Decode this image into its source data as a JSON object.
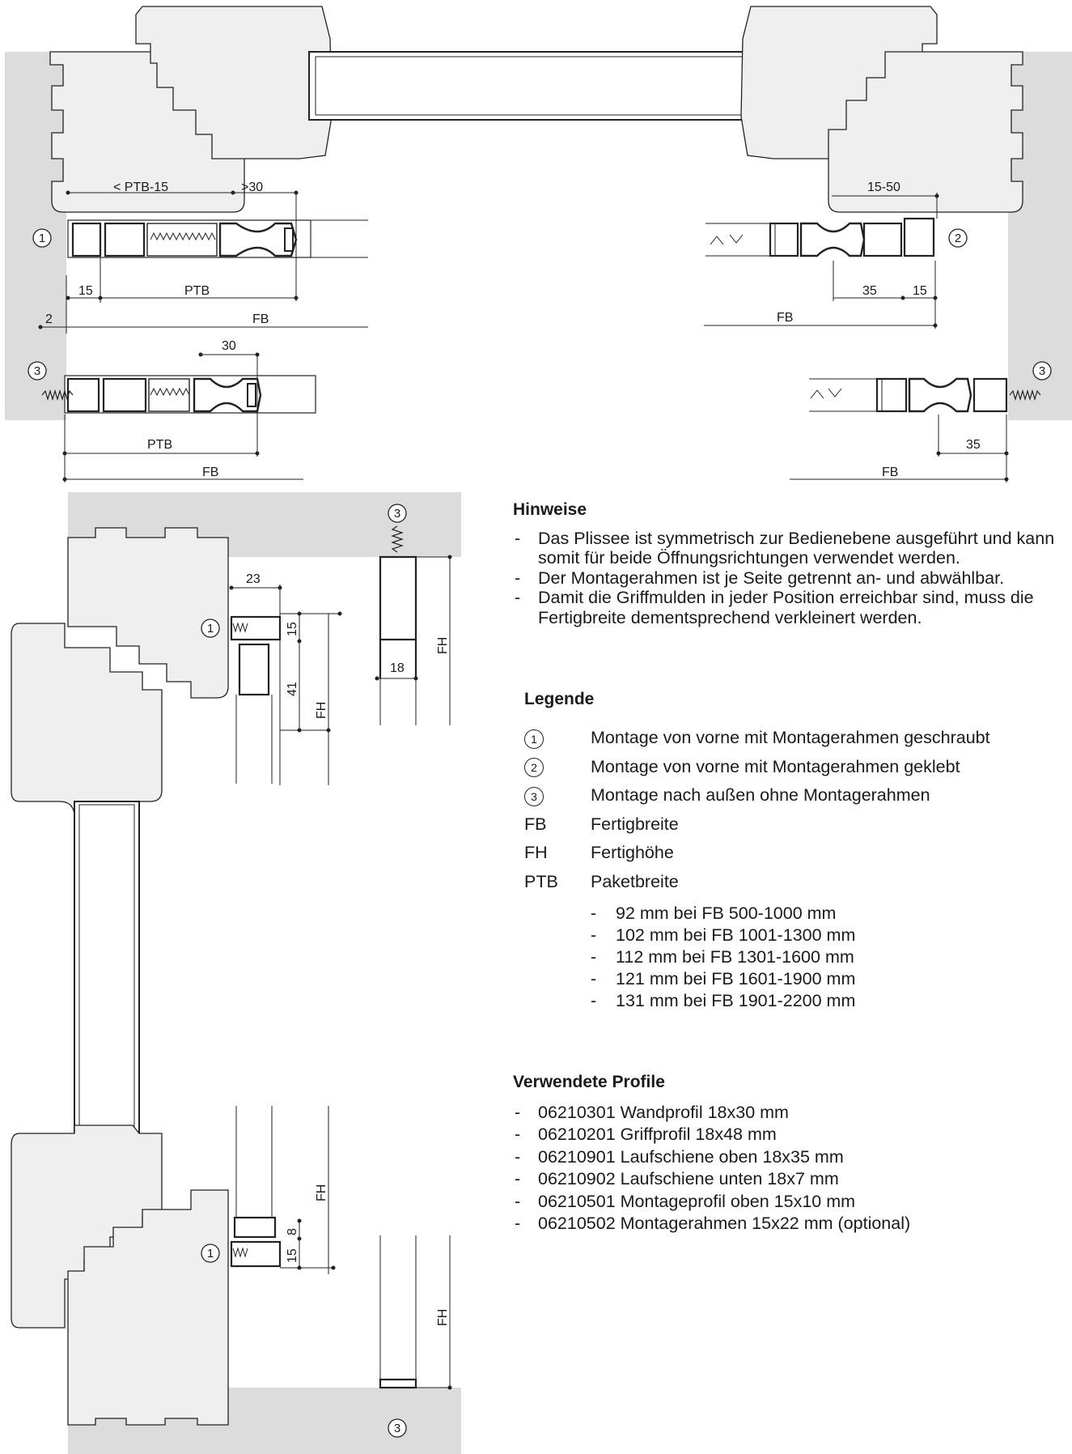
{
  "dims": {
    "ptb_minus_15": "< PTB-15",
    "gt30": ">30",
    "d15": "15",
    "ptb": "PTB",
    "d2": "2",
    "fb": "FB",
    "d30": "30",
    "d15_50": "15-50",
    "d35": "35",
    "d23": "23",
    "d18": "18",
    "d41": "41",
    "d8": "8",
    "fh": "FH"
  },
  "callouts": {
    "c1": "1",
    "c2": "2",
    "c3": "3"
  },
  "hinweise": {
    "title": "Hinweise",
    "items": [
      "Das Plissee ist symmetrisch zur Bedienebene ausgeführt und kann somit für beide Öffnungsrichtungen verwendet werden.",
      "Der Montagerahmen ist je Seite getrennt an- und abwählbar.",
      "Damit die Griffmulden in jeder Position erreichbar sind, muss die Fertigbreite dementsprechend verkleinert werden."
    ]
  },
  "legende": {
    "title": "Legende",
    "rows": [
      {
        "key": "1",
        "text": "Montage von vorne mit Montagerahmen geschraubt"
      },
      {
        "key": "2",
        "text": "Montage von vorne mit Montagerahmen geklebt"
      },
      {
        "key": "3",
        "text": "Montage nach außen ohne Montagerahmen"
      },
      {
        "key": "FB",
        "text": "Fertigbreite"
      },
      {
        "key": "FH",
        "text": "Fertighöhe"
      },
      {
        "key": "PTB",
        "text": "Paketbreite"
      }
    ],
    "ptb_list": [
      "92 mm bei FB 500-1000 mm",
      "102 mm bei FB 1001-1300 mm",
      "112 mm bei FB 1301-1600 mm",
      "121 mm bei FB 1601-1900 mm",
      "131 mm bei FB 1901-2200 mm"
    ]
  },
  "profile": {
    "title": "Verwendete Profile",
    "items": [
      "06210301 Wandprofil 18x30 mm",
      "06210201 Griffprofil 18x48 mm",
      "06210901 Laufschiene oben 18x35 mm",
      "06210902 Laufschiene unten 18x7 mm",
      "06210501 Montageprofil oben 15x10 mm",
      "06210502 Montagerahmen 15x22 mm (optional)"
    ]
  },
  "colors": {
    "wall": "#dcdcdc",
    "frame": "#efefef",
    "line": "#222222"
  }
}
